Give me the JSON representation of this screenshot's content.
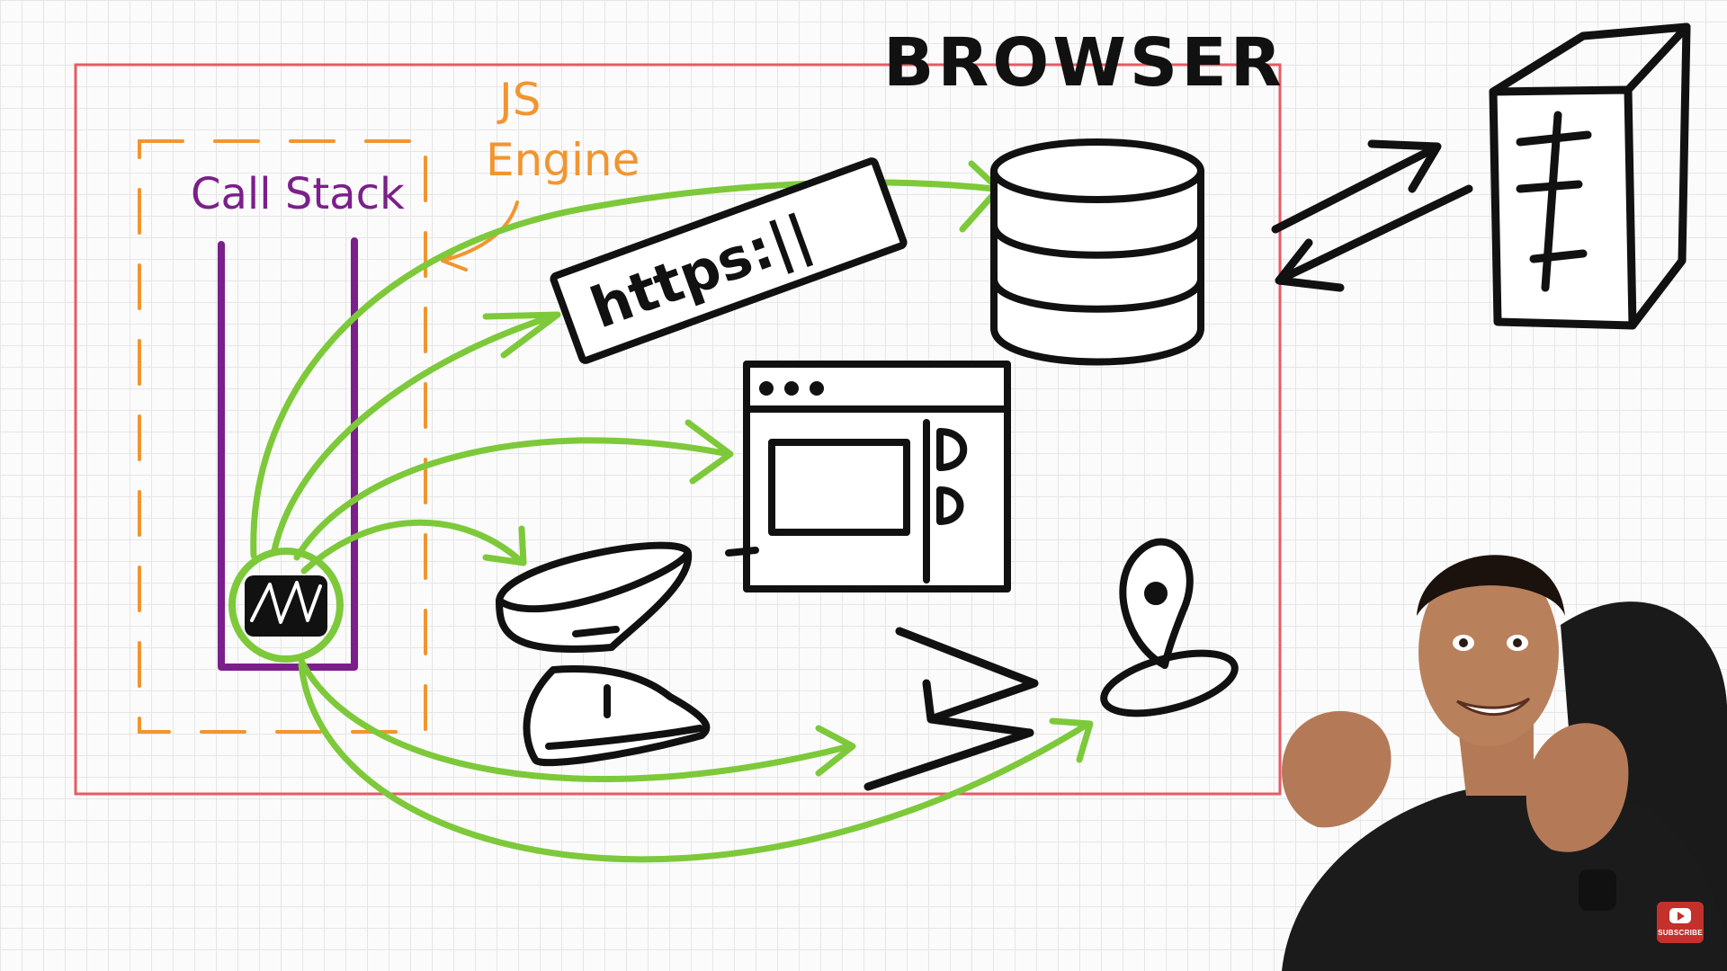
{
  "title": "BROWSER",
  "engine_label": "JS\nEngine",
  "engine_label_line1": "JS",
  "engine_label_line2": "Engine",
  "call_stack_label": "Call Stack",
  "url_label": "https:||",
  "subscribe_label": "SUBSCRIBE",
  "colors": {
    "browser_border": "#e85a64",
    "engine_dash": "#f2952f",
    "call_stack": "#7b1f8a",
    "arrows": "#7dc93a",
    "ink": "#111111"
  },
  "icons": [
    "database-icon",
    "url-bar-icon",
    "browser-window-icon",
    "hourglass-timer-icon",
    "bluetooth-icon",
    "location-pin-icon",
    "server-icon",
    "exchange-arrows-icon"
  ]
}
